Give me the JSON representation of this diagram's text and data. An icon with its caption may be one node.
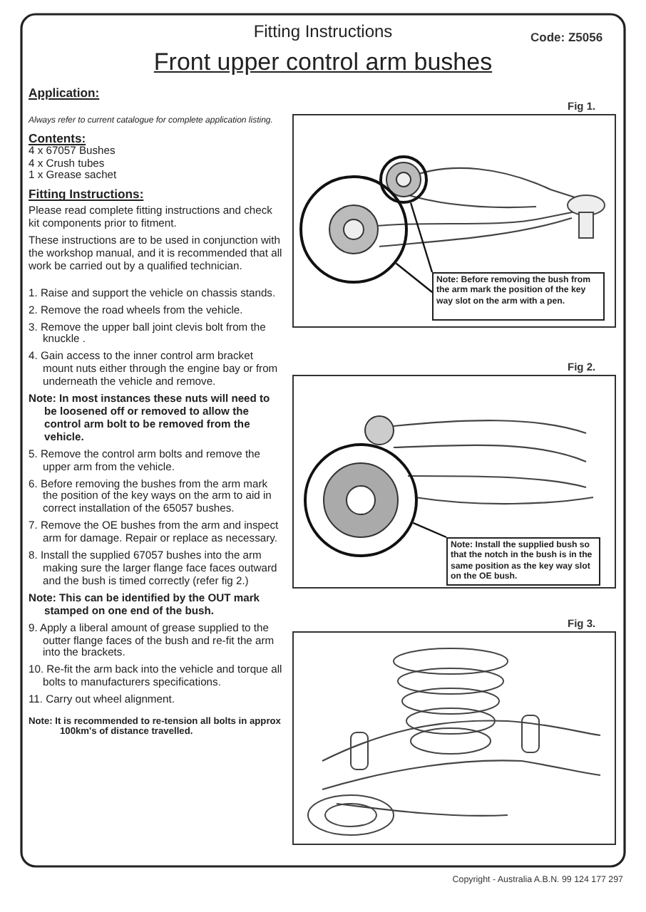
{
  "diagram": {
    "title": "Front upper control arm bushes",
    "nodes": [
      {
        "text": [],
        "shape": "picture",
        "beside": [
          "Fig 1."
        ]
      },
      {
        "text": [],
        "shape": "circle",
        "in": 0
      },
      {
        "text": [],
        "shape": "circle",
        "in": 0
      },
      {
        "text": [
          "Note: Before removing the bush from the arm mark the position of the key way slot on the arm with a pen."
        ],
        "in": 0
      },
      {
        "text": [],
        "shape": "picture",
        "beside": [
          "Fig 2."
        ]
      },
      {
        "text": [],
        "shape": "circle",
        "in": 4
      },
      {
        "text": [
          "Note: Install the supplied bush so that the notch in the bush is in the same position as the key way slot on the OE bush."
        ],
        "in": 4
      },
      {
        "text": [],
        "shape": "picture",
        "beside": [
          "Fig 3."
        ]
      }
    ],
    "edges": [
      {
        "from": 3,
        "to": 1,
        "arrow": "none"
      },
      {
        "from": 3,
        "to": 2,
        "arrow": "none"
      },
      {
        "from": 6,
        "to": 5,
        "arrow": "none"
      }
    ],
    "labels": [
      "Fitting Instructions",
      "Code: Z5056",
      "Application:",
      "Always refer to current catalogue for complete application listing.",
      "Contents:",
      "4 x 67057 Bushes",
      "4 x Crush tubes",
      "1 x Grease sachet",
      "Fitting Instructions:",
      "Please read complete fitting instructions and check kit components prior to fitment.",
      "These instructions are to be used in conjunction with the workshop manual, and it is recommended that all work be carried out by a qualified technician.",
      "1. Raise and support the vehicle on chassis stands.",
      "2. Remove the road wheels from the vehicle.",
      "3. Remove the upper ball joint clevis bolt from the knuckle .",
      "4. Gain access to the inner control arm bracket mount nuts either through the engine bay or from underneath the vehicle and remove.",
      "Note: In most instances these nuts will need to be loosened off or removed to allow the control arm bolt to be removed from the vehicle.",
      "5. Remove the control arm bolts and remove the upper arm from the vehicle.",
      "6. Before removing the bushes from the arm mark the position of the key ways on the arm to aid in correct installation of the 65057 bushes.",
      "7. Remove the OE bushes from the arm and inspect arm for damage. Repair or replace as necessary.",
      "8. Install the supplied 67057 bushes into the arm making sure the larger flange face faces outward and the bush is timed correctly (refer fig 2.)",
      "Note: This can be identified by the OUT mark stamped on one end of the bush.",
      "9. Apply a liberal amount of grease supplied to the outter flange faces of the bush and re-fit the arm into the brackets.",
      "10. Re-fit the arm back into the vehicle and torque all bolts to manufacturers specifications.",
      "11. Carry out wheel alignment.",
      "Note: It is recommended to re-tension all bolts in approx 100km's of distance travelled.",
      "Copyright - Australia A.B.N. 99 124 177 297"
    ]
  }
}
